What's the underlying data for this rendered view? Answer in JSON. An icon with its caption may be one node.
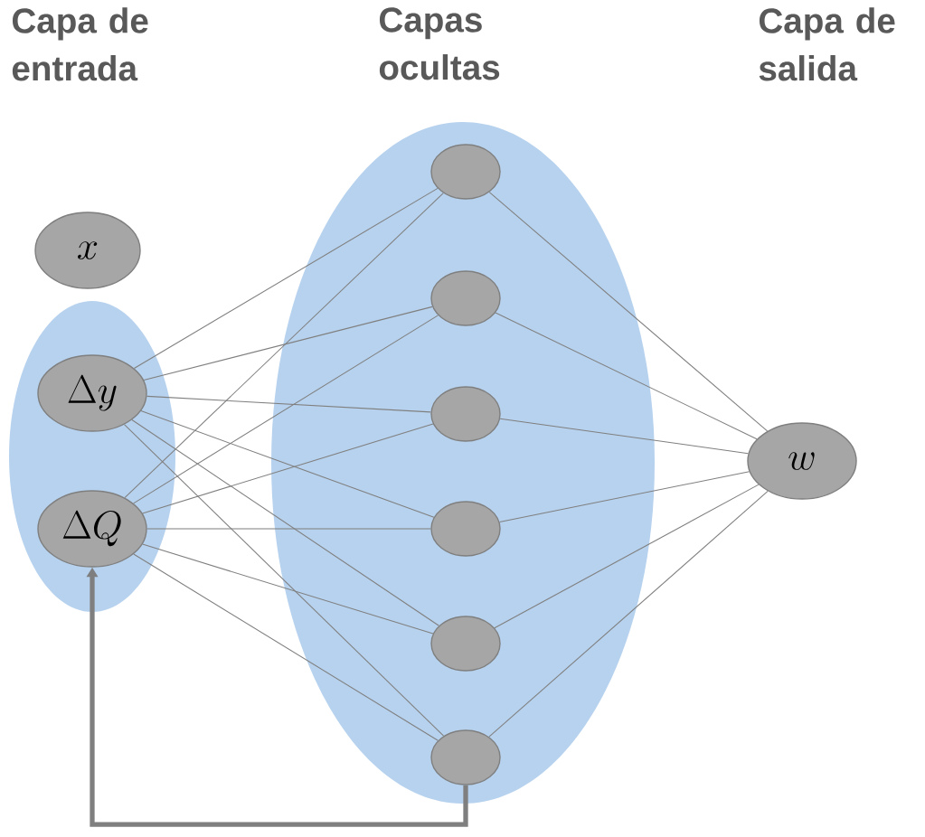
{
  "diagram": {
    "nodes": [
      {
        "text": [
          "x"
        ]
      },
      {
        "text": [],
        "shape": "ellipse"
      },
      {
        "text": [
          "\\Delta y"
        ],
        "in": 1
      },
      {
        "text": [
          "\\Delta Q"
        ],
        "in": 1
      },
      {
        "text": [],
        "shape": "ellipse"
      },
      {
        "text": [],
        "shape": "ellipse",
        "in": 4
      },
      {
        "text": [],
        "shape": "ellipse",
        "in": 4
      },
      {
        "text": [],
        "shape": "ellipse",
        "in": 4
      },
      {
        "text": [],
        "shape": "ellipse",
        "in": 4
      },
      {
        "text": [],
        "shape": "ellipse",
        "in": 4
      },
      {
        "text": [],
        "shape": "ellipse",
        "in": 4
      },
      {
        "text": [
          "w"
        ]
      }
    ],
    "edges": [
      {
        "from": 2,
        "to": 5,
        "arrow": "none"
      },
      {
        "from": 2,
        "to": 6,
        "arrow": "none"
      },
      {
        "from": 2,
        "to": 7,
        "arrow": "none"
      },
      {
        "from": 2,
        "to": 8,
        "arrow": "none"
      },
      {
        "from": 2,
        "to": 9,
        "arrow": "none"
      },
      {
        "from": 2,
        "to": 10,
        "arrow": "none"
      },
      {
        "from": 3,
        "to": 5,
        "arrow": "none"
      },
      {
        "from": 3,
        "to": 6,
        "arrow": "none"
      },
      {
        "from": 3,
        "to": 7,
        "arrow": "none"
      },
      {
        "from": 3,
        "to": 8,
        "arrow": "none"
      },
      {
        "from": 3,
        "to": 9,
        "arrow": "none"
      },
      {
        "from": 3,
        "to": 10,
        "arrow": "none"
      },
      {
        "from": 5,
        "to": 11,
        "arrow": "none"
      },
      {
        "from": 6,
        "to": 11,
        "arrow": "none"
      },
      {
        "from": 7,
        "to": 11,
        "arrow": "none"
      },
      {
        "from": 8,
        "to": 11,
        "arrow": "none"
      },
      {
        "from": 9,
        "to": 11,
        "arrow": "none"
      },
      {
        "from": 10,
        "to": 11,
        "arrow": "none"
      },
      {
        "from": 10,
        "to": 3,
        "arrow": "to",
        "style": "thick"
      }
    ],
    "labels": [
      "Capa de entrada",
      "Capas ocultas",
      "Capa de salida"
    ]
  }
}
